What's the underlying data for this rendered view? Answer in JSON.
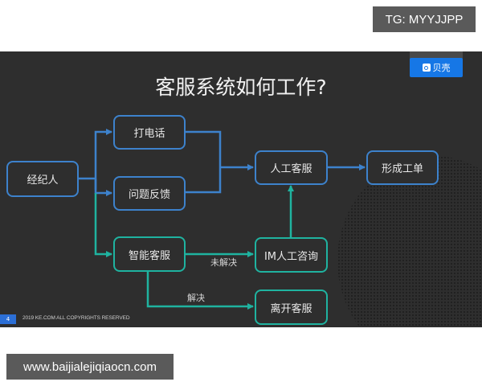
{
  "overlays": {
    "tg_label": "TG: MYYJJPP",
    "url_label": "www.baijialejiqiaocn.com"
  },
  "slide": {
    "title": "客服系统如何工作?",
    "logo_text": "贝壳",
    "page_number": "4",
    "copyright": "2019 KE.COM ALL COPYRIGHTS  RESERVED",
    "colors": {
      "background": "#2e2e2e",
      "blue_stroke": "#3d82cc",
      "teal_stroke": "#1fb3a0",
      "logo_blue": "#1677e6"
    }
  },
  "diagram": {
    "nodes": {
      "agent": "经纪人",
      "phone_call": "打电话",
      "feedback": "问题反馈",
      "smart_service": "智能客服",
      "human_service": "人工客服",
      "ticket": "形成工单",
      "im_consult": "IM人工咨询",
      "leave_service": "离开客服"
    },
    "edge_labels": {
      "unresolved": "未解决",
      "resolved": "解决"
    },
    "edges": [
      {
        "from": "经纪人",
        "to": "打电话"
      },
      {
        "from": "经纪人",
        "to": "问题反馈"
      },
      {
        "from": "经纪人",
        "to": "智能客服"
      },
      {
        "from": "打电话",
        "to": "人工客服"
      },
      {
        "from": "问题反馈",
        "to": "人工客服"
      },
      {
        "from": "人工客服",
        "to": "形成工单"
      },
      {
        "from": "智能客服",
        "to": "IM人工咨询",
        "label": "未解决"
      },
      {
        "from": "智能客服",
        "to": "离开客服",
        "label": "解决"
      },
      {
        "from": "IM人工咨询",
        "to": "人工客服"
      }
    ]
  }
}
